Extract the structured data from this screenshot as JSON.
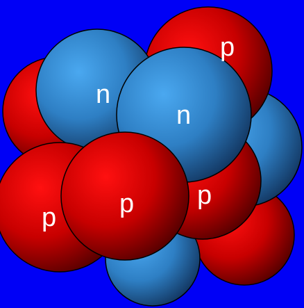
{
  "background": "#0000f6",
  "colors": {
    "proton": "#e00000",
    "neutron": "#3a8fd6",
    "outline": "#000000",
    "label": "#ffffff"
  },
  "labels": {
    "proton": "p",
    "neutron": "n"
  },
  "particles": [
    {
      "kind": "proton"
    },
    {
      "kind": "proton"
    },
    {
      "kind": "neutron"
    },
    {
      "kind": "neutron"
    },
    {
      "kind": "proton"
    },
    {
      "kind": "neutron"
    },
    {
      "kind": "neutron"
    },
    {
      "kind": "proton"
    },
    {
      "kind": "proton"
    },
    {
      "kind": "proton"
    }
  ]
}
